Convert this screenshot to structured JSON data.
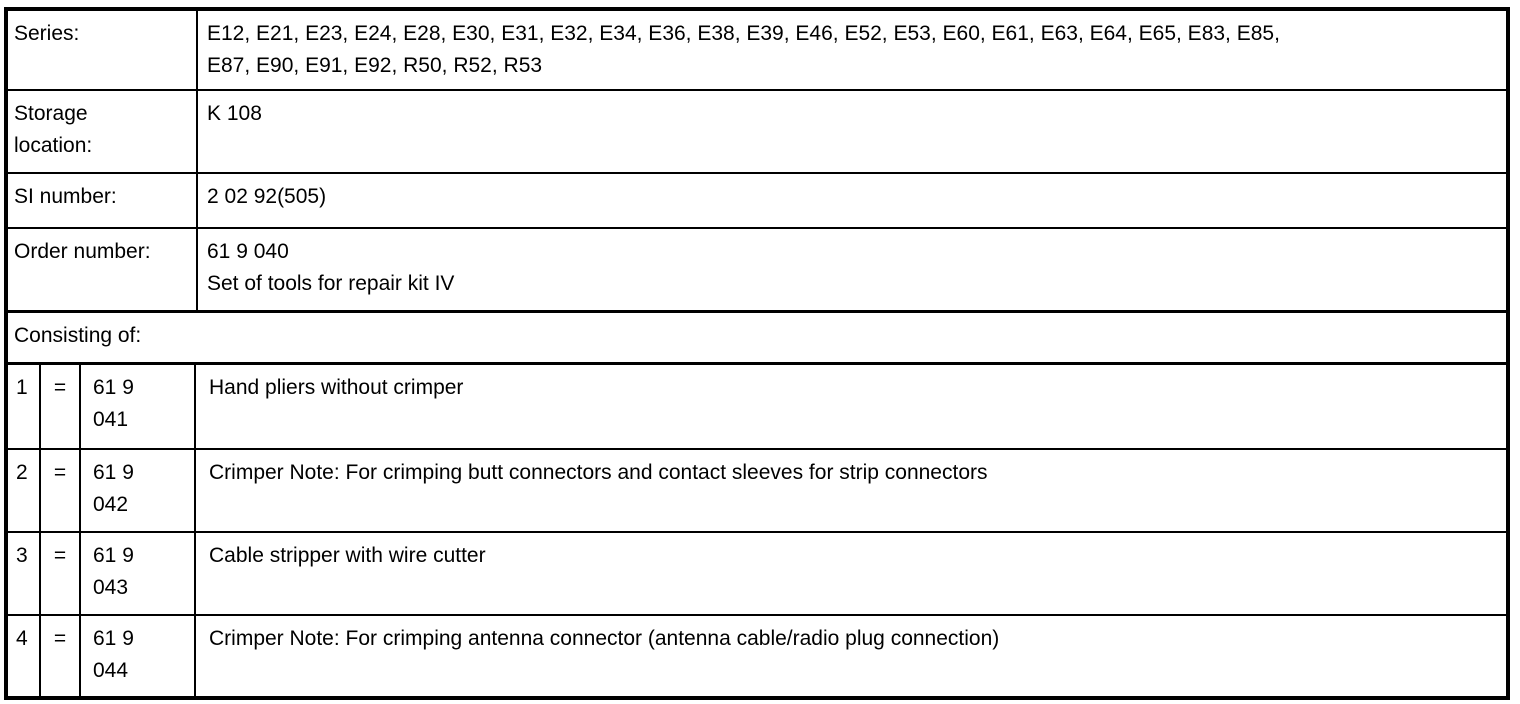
{
  "table": {
    "info_rows": [
      {
        "label": "Series:",
        "value": "E12, E21, E23, E24, E28, E30, E31, E32, E34, E36, E38, E39, E46, E52, E53, E60, E61, E63, E64, E65, E83, E85,\nE87, E90, E91, E92, R50, R52, R53"
      },
      {
        "label": "Storage location:",
        "value": "K 108"
      },
      {
        "label": "SI number:",
        "value": "2 02 92(505)"
      },
      {
        "label": "Order number:",
        "value": "61 9 040\nSet of tools for repair kit IV"
      }
    ],
    "section_header": "Consisting of:",
    "items": [
      {
        "index": "1",
        "eq": "=",
        "number": "61 9\n041",
        "description": "Hand pliers without crimper"
      },
      {
        "index": "2",
        "eq": "=",
        "number": "61 9\n042",
        "description": "Crimper Note: For crimping butt connectors and contact sleeves for strip connectors"
      },
      {
        "index": "3",
        "eq": "=",
        "number": "61 9\n043",
        "description": "Cable stripper with wire cutter"
      },
      {
        "index": "4",
        "eq": "=",
        "number": "61 9\n044",
        "description": "Crimper Note: For crimping antenna connector (antenna cable/radio plug connection)"
      }
    ]
  },
  "colors": {
    "border": "#000000",
    "background": "#ffffff",
    "text": "#000000"
  }
}
